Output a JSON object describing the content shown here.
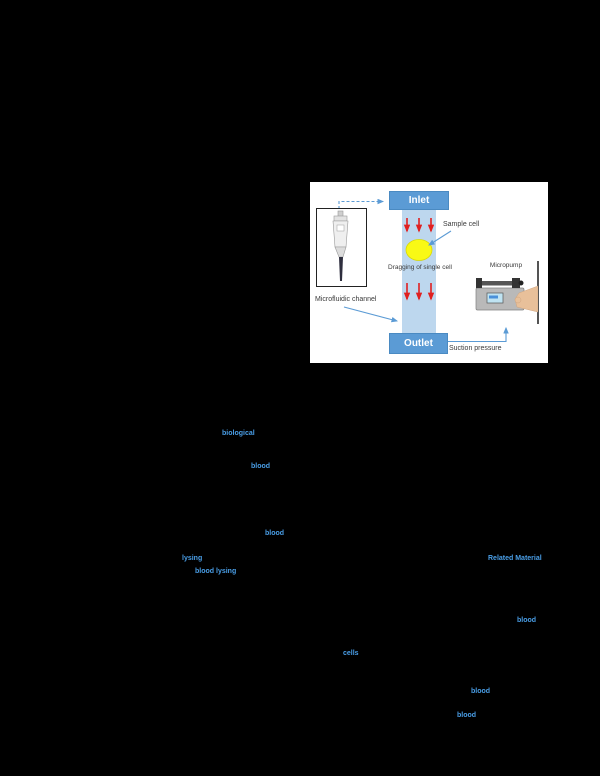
{
  "page": {
    "background": "#000000"
  },
  "figure": {
    "labels": {
      "inlet": "Inlet",
      "outlet": "Outlet",
      "sample_cell": "Sample cell",
      "dragging": "Dragging of single cell",
      "microfluidic_channel": "Microfluidic channel",
      "micropump": "Micropump",
      "suction_pressure": "Suction pressure"
    },
    "colors": {
      "panel_bg": "#ffffff",
      "port_box": "#5b9bd5",
      "channel": "#bdd7ee",
      "cell_fill": "#f9f915",
      "flow_arrow": "#e02020",
      "callout_arrow": "#5b9bd5",
      "label_text": "#3a3a3a",
      "link_blue": "#4a9fe8"
    }
  },
  "links": [
    {
      "text": "biological"
    },
    {
      "text": "blood"
    },
    {
      "text": "blood"
    },
    {
      "text": "lysing"
    },
    {
      "text": "blood lysing"
    },
    {
      "text": "Related Material"
    },
    {
      "text": "blood"
    },
    {
      "text": "cells"
    },
    {
      "text": "blood"
    },
    {
      "text": "blood"
    }
  ]
}
